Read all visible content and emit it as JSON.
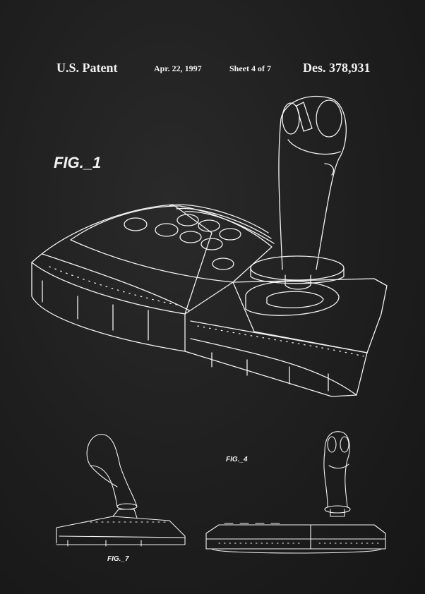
{
  "header": {
    "patent_label": "U.S. Patent",
    "date": "Apr. 22, 1997",
    "sheet": "Sheet 4 of 7",
    "patent_number": "Des. 378,931"
  },
  "figures": {
    "fig1_label": "FIG._1",
    "fig4_label": "FIG._4",
    "fig7_label": "FIG._7"
  },
  "colors": {
    "background": "#1e1e1e",
    "ink": "#f2f2f2"
  }
}
